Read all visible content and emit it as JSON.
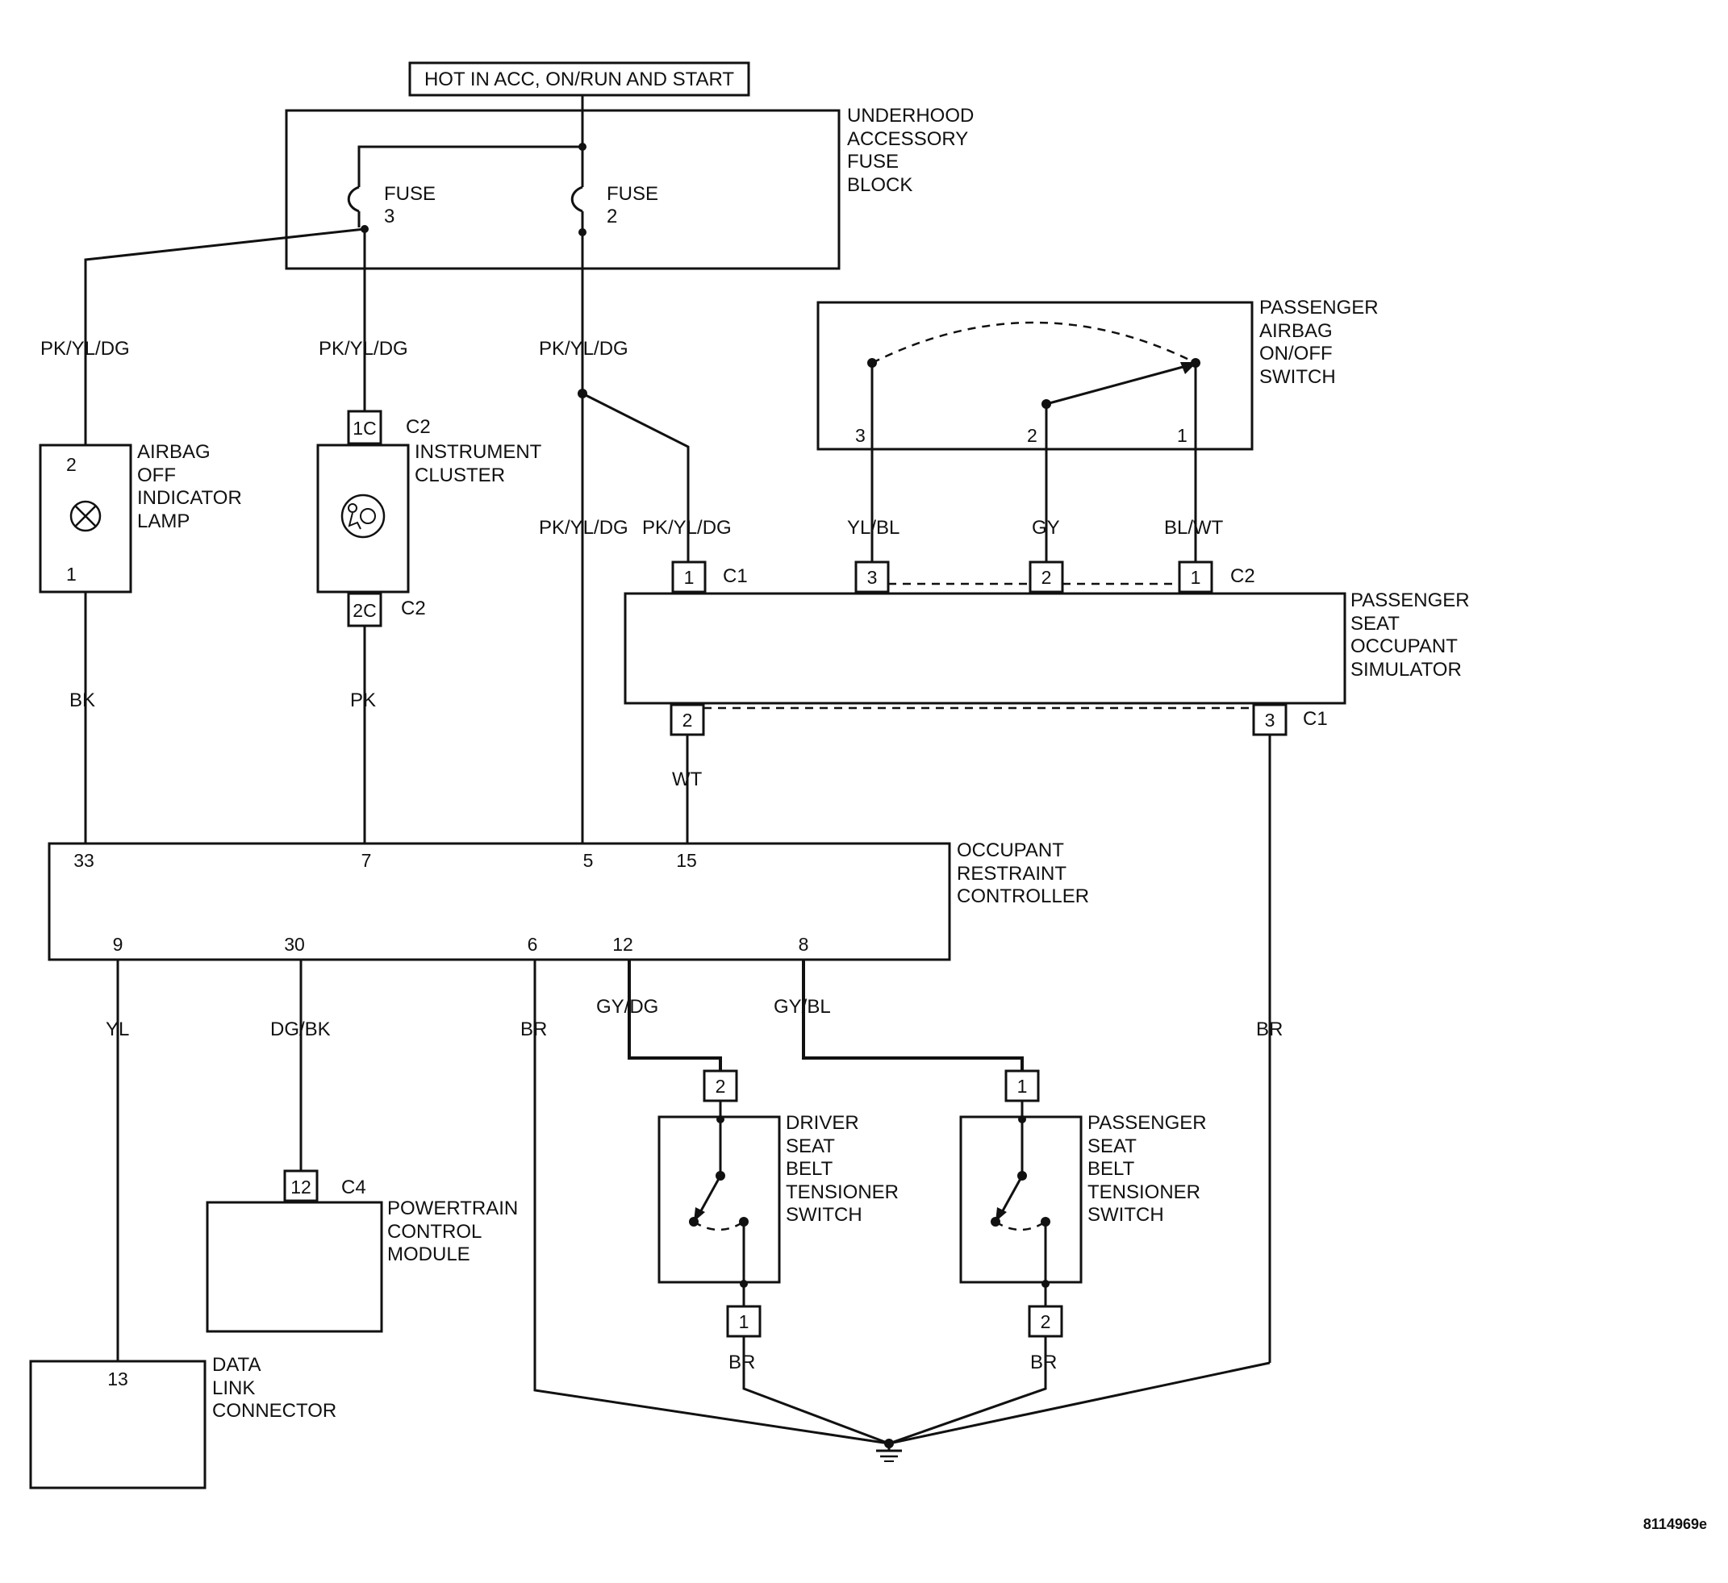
{
  "power_source": "HOT IN ACC, ON/RUN AND START",
  "fuse_block": {
    "label": [
      "UNDERHOOD",
      "ACCESSORY",
      "FUSE",
      "BLOCK"
    ],
    "fuse3": {
      "name": "FUSE",
      "num": "3"
    },
    "fuse2": {
      "name": "FUSE",
      "num": "2"
    }
  },
  "airbag_switch": {
    "label": [
      "PASSENGER",
      "AIRBAG",
      "ON/OFF",
      "SWITCH"
    ],
    "pins": [
      "3",
      "2",
      "1"
    ]
  },
  "airbag_lamp": {
    "label": [
      "AIRBAG",
      "OFF",
      "INDICATOR",
      "LAMP"
    ],
    "pin_top": "2",
    "pin_bottom": "1"
  },
  "instrument_cluster": {
    "label": [
      "INSTRUMENT",
      "CLUSTER"
    ],
    "pin_top": "1C",
    "pin_bottom": "2C",
    "connector_top": "C2",
    "connector_bottom": "C2"
  },
  "simulator": {
    "label": [
      "PASSENGER",
      "SEAT",
      "OCCUPANT",
      "SIMULATOR"
    ],
    "top_pins": [
      "1",
      "3",
      "2",
      "1"
    ],
    "bottom_pins": [
      "2",
      "3"
    ],
    "conn_c1": "C1",
    "conn_c2": "C2",
    "conn_c1_bottom": "C1"
  },
  "orc": {
    "label": [
      "OCCUPANT",
      "RESTRAINT",
      "CONTROLLER"
    ],
    "top_pins": [
      "33",
      "7",
      "5",
      "15"
    ],
    "bottom_pins": [
      "9",
      "30",
      "6",
      "12",
      "8"
    ]
  },
  "pcm": {
    "label": [
      "POWERTRAIN",
      "CONTROL",
      "MODULE"
    ],
    "pin": "12",
    "connector": "C4"
  },
  "dlc": {
    "label": [
      "DATA",
      "LINK",
      "CONNECTOR"
    ],
    "pin": "13"
  },
  "driver_switch": {
    "label": [
      "DRIVER",
      "SEAT",
      "BELT",
      "TENSIONER",
      "SWITCH"
    ],
    "pin_top": "2",
    "pin_bottom": "1"
  },
  "passenger_switch": {
    "label": [
      "PASSENGER",
      "SEAT",
      "BELT",
      "TENSIONER",
      "SWITCH"
    ],
    "pin_top": "1",
    "pin_bottom": "2"
  },
  "wires": {
    "lamp_feed": "PK/YL/DG",
    "cluster_feed": "PK/YL/DG",
    "fuse2_feed": "PK/YL/DG",
    "orc_feed": "PK/YL/DG",
    "sim_feed": "PK/YL/DG",
    "sw3": "YL/BL",
    "sw2": "GY",
    "sw1": "BL/WT",
    "lamp_ret": "BK",
    "cluster_ret": "PK",
    "sim_out": "WT",
    "dlc": "YL",
    "pcm": "DG/BK",
    "orc_gnd": "BR",
    "driver_sw": "GY/DG",
    "pass_sw": "GY/BL",
    "sim_gnd": "BR",
    "driver_gnd": "BR",
    "pass_gnd": "BR"
  },
  "figure_id": "8114969e"
}
